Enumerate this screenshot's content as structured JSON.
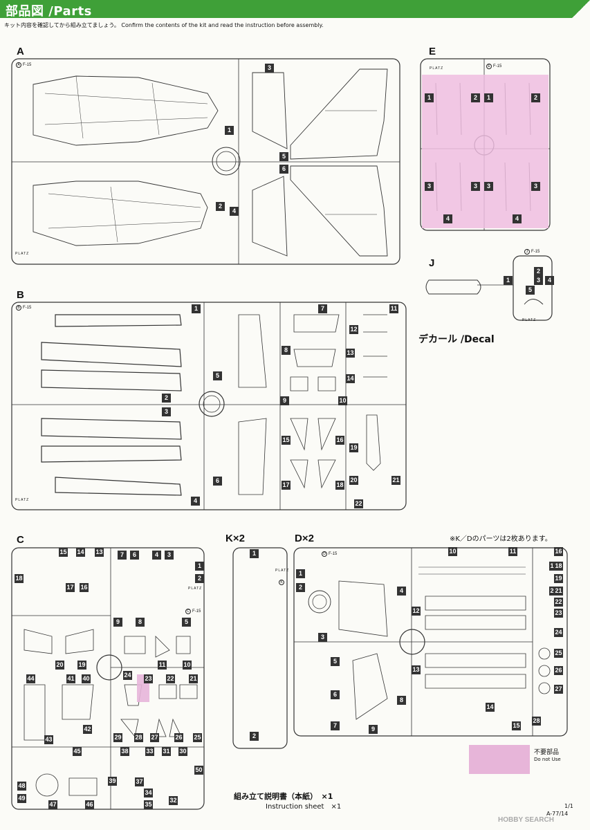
{
  "header": {
    "title": "部品図 /Parts"
  },
  "subtitle": "キット内容を確認してから組み立てましょう。 Confirm the contents of the kit and read the instruction before assembly.",
  "sprues": {
    "a": {
      "label": "A",
      "tag": "F-15",
      "tagletter": "A",
      "platz": "PLATZ"
    },
    "b": {
      "label": "B",
      "tag": "F-15",
      "tagletter": "B",
      "platz": "PLATZ"
    },
    "c": {
      "label": "C",
      "tag": "F-15",
      "tagletter": "C",
      "platz": "PLATZ"
    },
    "d": {
      "label": "D×2",
      "tag": "F-15",
      "tagletter": "D",
      "platz": "PLATZ"
    },
    "e": {
      "label": "E",
      "tag": "F-15",
      "tagletter": "E",
      "platz": "PLATZ"
    },
    "j": {
      "label": "J",
      "tag": "F-15",
      "tagletter": "J",
      "platz": "PLATZ"
    },
    "k": {
      "label": "K×2",
      "tagletter": "K",
      "platz": "PLATZ"
    }
  },
  "decal": "デカール /Decal",
  "note_kd": "※K／Dのパーツは2枚あります。",
  "legend": {
    "jp": "不要部品",
    "en": "Do not Use",
    "color": "#e7b5d9"
  },
  "instruction_sheet": {
    "jp": "組み立て説明書（本紙）　×1",
    "en": "Instruction sheet　×1"
  },
  "footer": {
    "page": "1/1",
    "code": "A-77/14",
    "watermark": "HOBBY SEARCH"
  },
  "parts": {
    "a": [
      "3",
      "1",
      "5",
      "6",
      "2",
      "4"
    ],
    "b": [
      "1",
      "2",
      "3",
      "4",
      "5",
      "6",
      "7",
      "8",
      "9",
      "10",
      "11",
      "12",
      "13",
      "14",
      "15",
      "16",
      "17",
      "18",
      "19",
      "20",
      "21",
      "22"
    ],
    "c": [
      "15",
      "14",
      "13",
      "18",
      "17",
      "16",
      "7",
      "6",
      "4",
      "3",
      "1",
      "2",
      "9",
      "8",
      "5",
      "20",
      "19",
      "11",
      "10",
      "44",
      "41",
      "40",
      "24",
      "23",
      "22",
      "21",
      "42",
      "43",
      "29",
      "28",
      "27",
      "26",
      "25",
      "45",
      "38",
      "33",
      "31",
      "30",
      "50",
      "48",
      "49",
      "47",
      "46",
      "39",
      "37",
      "34",
      "35",
      "32"
    ],
    "d": [
      "1",
      "2",
      "3",
      "4",
      "5",
      "6",
      "7",
      "8",
      "9",
      "10",
      "11",
      "12",
      "13",
      "14",
      "15",
      "16",
      "17",
      "18",
      "19",
      "20",
      "21",
      "22",
      "23",
      "24",
      "25",
      "26",
      "27",
      "28"
    ],
    "e": [
      "1",
      "2",
      "1",
      "2",
      "3",
      "3",
      "3",
      "3",
      "4",
      "4"
    ],
    "j": [
      "1",
      "2",
      "3",
      "4",
      "5"
    ],
    "k": [
      "1",
      "2"
    ]
  }
}
